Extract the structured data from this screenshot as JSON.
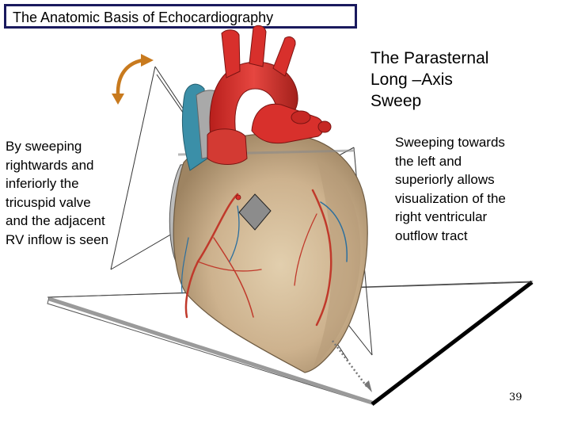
{
  "slide": {
    "title": "The Anatomic Basis of Echocardiography",
    "heading": "The Parasternal\nLong –Axis\nSweep",
    "left_caption": "By sweeping\nrightwards and\ninferiorly the\ntricuspid valve\nand the adjacent\nRV inflow is seen",
    "right_caption": "Sweeping towards\nthe left and\nsuperiorly allows\nvisualization of the\nright ventricular\noutflow tract",
    "page_number": "39"
  },
  "illustration": {
    "icons": [
      "heart-anatomy-illustration",
      "sweep-arrow-icon",
      "transducer-probe-icon",
      "imaging-plane"
    ],
    "colors": {
      "arrow": "#c87a1e",
      "aorta": "#d8302c",
      "myocardium": "#cfb79a",
      "coronary_vessel": "#c0392b",
      "pulmonary": "#3b8fa8",
      "plane_edge": "#000000"
    }
  }
}
